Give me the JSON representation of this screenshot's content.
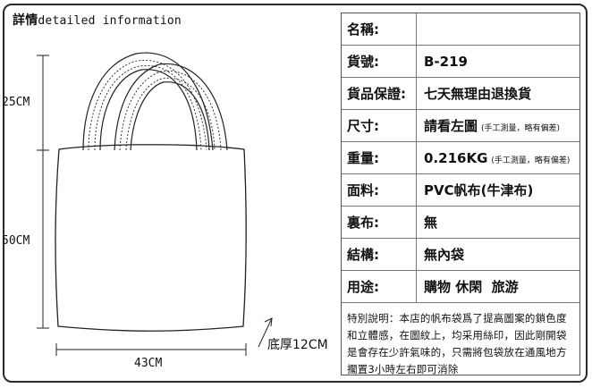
{
  "header": {
    "title_zh": "詳情",
    "title_en": "detailed information"
  },
  "dimensions": {
    "handle": "25CM",
    "body_height": "50CM",
    "width": "43CM",
    "depth": "底厚12CM"
  },
  "specs": [
    {
      "label": "名稱:",
      "value": ""
    },
    {
      "label": "貨號:",
      "value": "B-219"
    },
    {
      "label": "貨品保證:",
      "value": "七天無理由退換貨"
    },
    {
      "label": "尺寸:",
      "value": "請看左圖",
      "note": "(手工測量，略有偏差)"
    },
    {
      "label": "重量:",
      "value": "0.216KG",
      "note": "(手工測量，略有偏差)"
    },
    {
      "label": "面料:",
      "value": "PVC帆布(牛津布)"
    },
    {
      "label": "裏布:",
      "value": "無"
    },
    {
      "label": "結構:",
      "value": "無內袋"
    },
    {
      "label": "用途:",
      "value": "購物 休閑  旅游"
    }
  ],
  "notice": "特別說明：本店的帆布袋爲了提高圖案的鎖色度和立體感，在圖紋上，均采用絲印，因此剛開袋是會存在少許氣味的，只需將包袋放在通風地方擱置3小時左右即可消除"
}
